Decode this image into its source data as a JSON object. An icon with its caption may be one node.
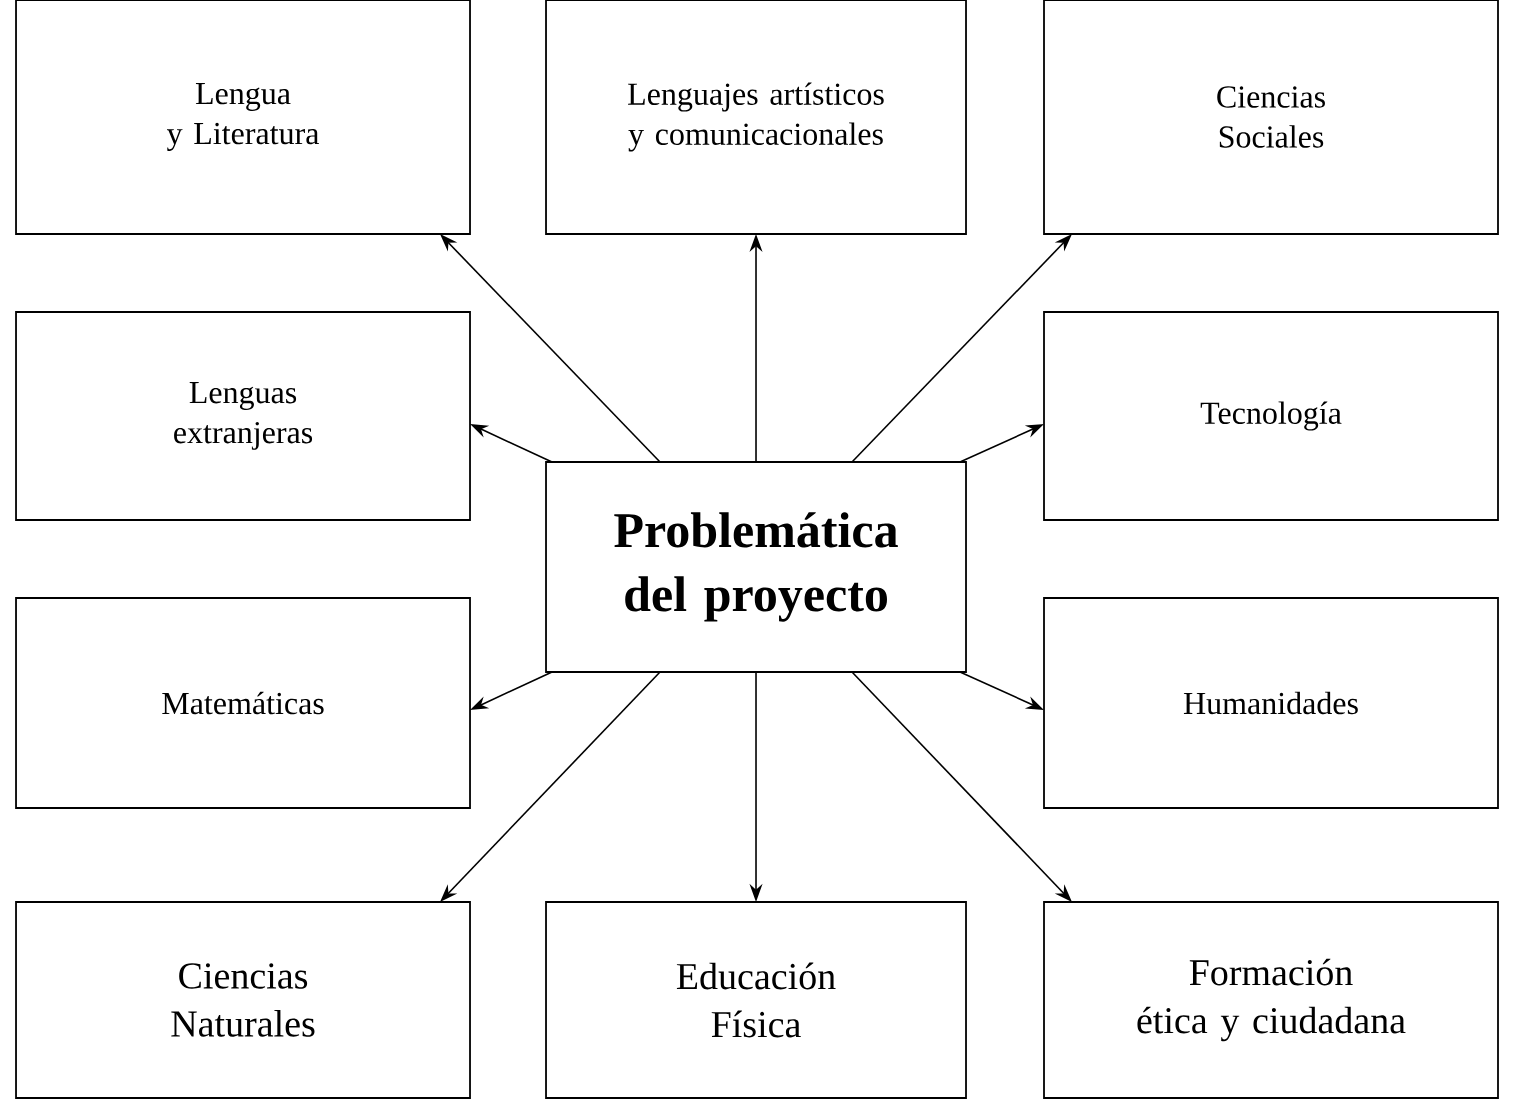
{
  "diagram": {
    "nodes": [
      {
        "text": [
          "Lengua y Literatura"
        ]
      },
      {
        "text": [
          "Lenguajes artísticos y comunicacionales"
        ]
      },
      {
        "text": [
          "Ciencias Sociales"
        ]
      },
      {
        "text": [
          "Lenguas extranjeras"
        ]
      },
      {
        "text": [
          "Problemática del proyecto"
        ]
      },
      {
        "text": [
          "Tecnología"
        ]
      },
      {
        "text": [
          "Matemáticas"
        ]
      },
      {
        "text": [
          "Humanidades"
        ]
      },
      {
        "text": [
          "Ciencias Naturales"
        ]
      },
      {
        "text": [
          "Educación Física"
        ]
      },
      {
        "text": [
          "Formación ética y ciudadana"
        ]
      }
    ],
    "edges": [
      {
        "from": 4,
        "to": 0,
        "arrow": "to"
      },
      {
        "from": 4,
        "to": 1,
        "arrow": "to"
      },
      {
        "from": 4,
        "to": 2,
        "arrow": "to"
      },
      {
        "from": 4,
        "to": 3,
        "arrow": "to"
      },
      {
        "from": 4,
        "to": 5,
        "arrow": "to"
      },
      {
        "from": 4,
        "to": 6,
        "arrow": "to"
      },
      {
        "from": 4,
        "to": 7,
        "arrow": "to"
      },
      {
        "from": 4,
        "to": 8,
        "arrow": "to"
      },
      {
        "from": 4,
        "to": 9,
        "arrow": "to"
      },
      {
        "from": 4,
        "to": 10,
        "arrow": "to"
      }
    ]
  }
}
